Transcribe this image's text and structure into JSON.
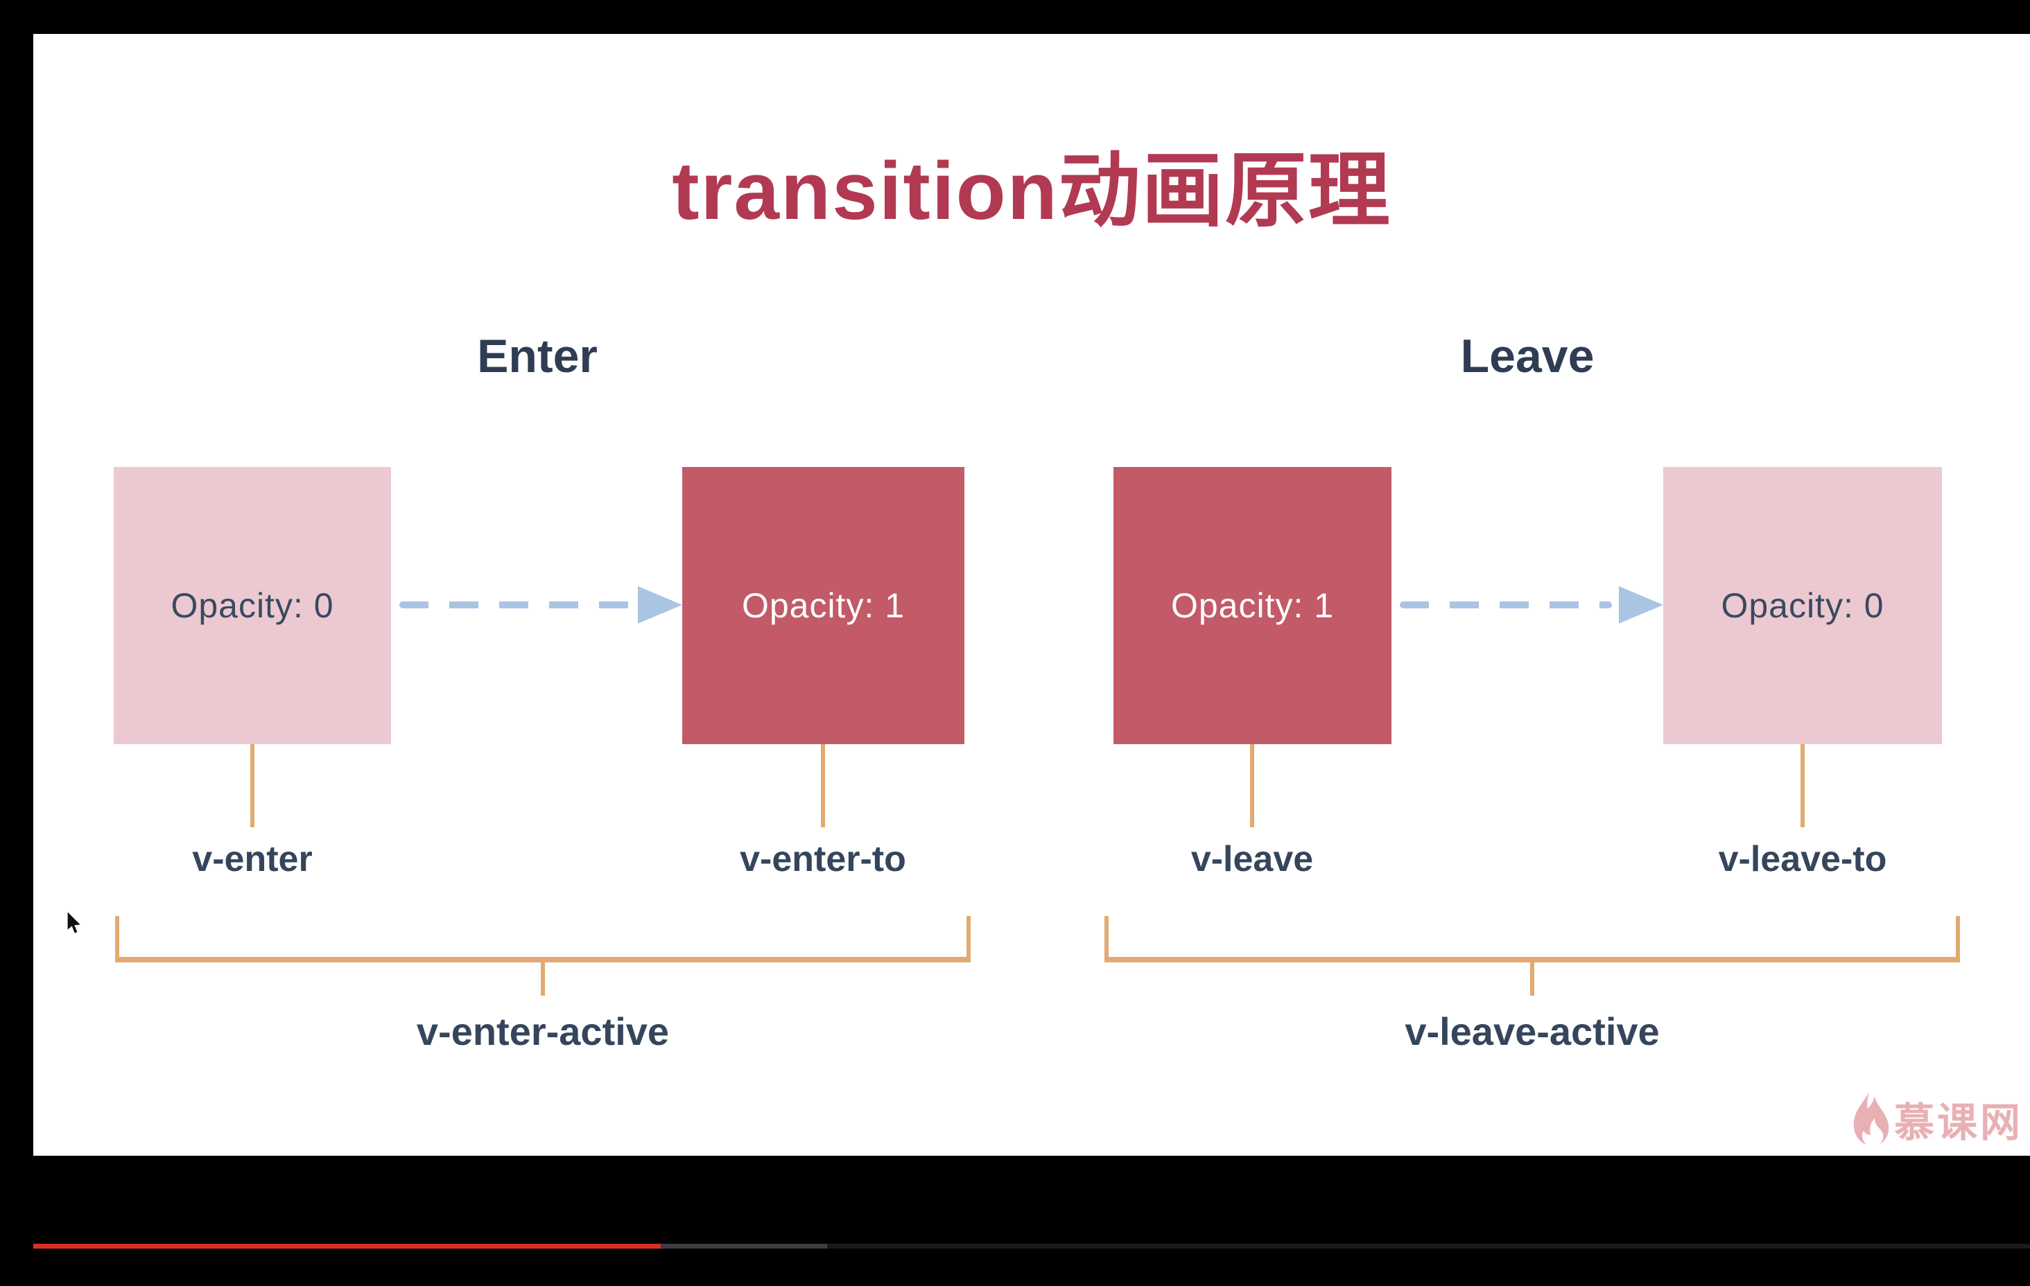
{
  "title": {
    "text": "transition动画原理"
  },
  "sections": [
    {
      "heading": "Enter",
      "start_box": {
        "label": "Opacity: 0",
        "variant": "light"
      },
      "end_box": {
        "label": "Opacity: 1",
        "variant": "dark"
      },
      "start_class": "v-enter",
      "end_class": "v-enter-to",
      "active_class": "v-enter-active"
    },
    {
      "heading": "Leave",
      "start_box": {
        "label": "Opacity: 1",
        "variant": "dark"
      },
      "end_box": {
        "label": "Opacity: 0",
        "variant": "light"
      },
      "start_class": "v-leave",
      "end_class": "v-leave-to",
      "active_class": "v-leave-active"
    }
  ],
  "watermark": {
    "brand": "慕课网",
    "icon": "imooc-flame-icon"
  },
  "player": {
    "progress_played_fraction": 0.31,
    "progress_buffered_fraction": 0.4
  },
  "colors": {
    "title": "#b13a52",
    "heading": "#2e3d54",
    "box_light_bg": "#ecc9d1",
    "box_light_text": "#3a4961",
    "box_dark_bg": "#c25a68",
    "box_dark_text": "#ffffff",
    "arrow": "#aac4e3",
    "connector": "#e2aa72",
    "class_label": "#35455c",
    "watermark": "#e9b0b4",
    "progress_played": "#d93025",
    "progress_buffered": "#3d3c40",
    "progress_remaining": "#1c191c"
  }
}
